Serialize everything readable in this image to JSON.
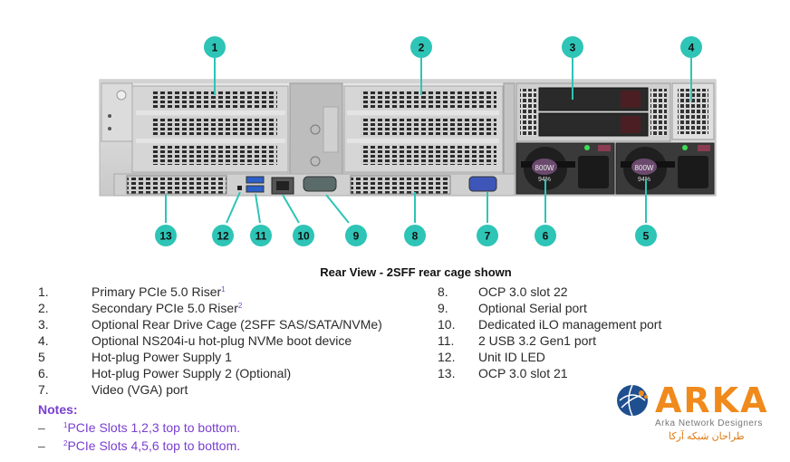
{
  "diagram": {
    "callout_color": "#2ec4b6",
    "callouts": [
      {
        "id": "1",
        "label": "1"
      },
      {
        "id": "2",
        "label": "2"
      },
      {
        "id": "3",
        "label": "3"
      },
      {
        "id": "4",
        "label": "4"
      },
      {
        "id": "5",
        "label": "5"
      },
      {
        "id": "6",
        "label": "6"
      },
      {
        "id": "7",
        "label": "7"
      },
      {
        "id": "8",
        "label": "8"
      },
      {
        "id": "9",
        "label": "9"
      },
      {
        "id": "10",
        "label": "10"
      },
      {
        "id": "11",
        "label": "11"
      },
      {
        "id": "12",
        "label": "12"
      },
      {
        "id": "13",
        "label": "13"
      }
    ],
    "psu_labels": {
      "wattage": "800W",
      "efficiency": "94%"
    }
  },
  "caption": "Rear View - 2SFF rear cage shown",
  "legend_left": [
    {
      "num": "1.",
      "text": "Primary PCIe 5.0 Riser",
      "sup": "1"
    },
    {
      "num": "2.",
      "text": "Secondary PCIe 5.0 Riser",
      "sup": "2"
    },
    {
      "num": "3.",
      "text": "Optional Rear Drive Cage (2SFF SAS/SATA/NVMe)",
      "sup": ""
    },
    {
      "num": "4.",
      "text": "Optional NS204i-u hot-plug NVMe boot device",
      "sup": ""
    },
    {
      "num": "5",
      "text": "Hot-plug Power Supply 1",
      "sup": ""
    },
    {
      "num": "6.",
      "text": "Hot-plug Power Supply 2 (Optional)",
      "sup": ""
    },
    {
      "num": "7.",
      "text": "Video (VGA) port",
      "sup": ""
    }
  ],
  "legend_right": [
    {
      "num": "8.",
      "text": "OCP 3.0 slot 22"
    },
    {
      "num": "9.",
      "text": "Optional Serial port"
    },
    {
      "num": "10.",
      "text": "Dedicated iLO management port"
    },
    {
      "num": "11.",
      "text": "2 USB 3.2 Gen1 port"
    },
    {
      "num": "12.",
      "text": "Unit ID LED"
    },
    {
      "num": "13.",
      "text": "OCP 3.0 slot 21"
    }
  ],
  "notes": {
    "title": "Notes:",
    "items": [
      {
        "dash": "–",
        "sup": "1",
        "text": "PCIe Slots 1,2,3 top to bottom."
      },
      {
        "dash": "–",
        "sup": "2",
        "text": "PCIe Slots 4,5,6 top to bottom."
      }
    ]
  },
  "logo": {
    "word": "ARKA",
    "subtitle": "Arka Network Designers",
    "persian": "طراحان شبکه آرکا",
    "orange": "#f08a1c",
    "blue": "#1f4f8f"
  }
}
